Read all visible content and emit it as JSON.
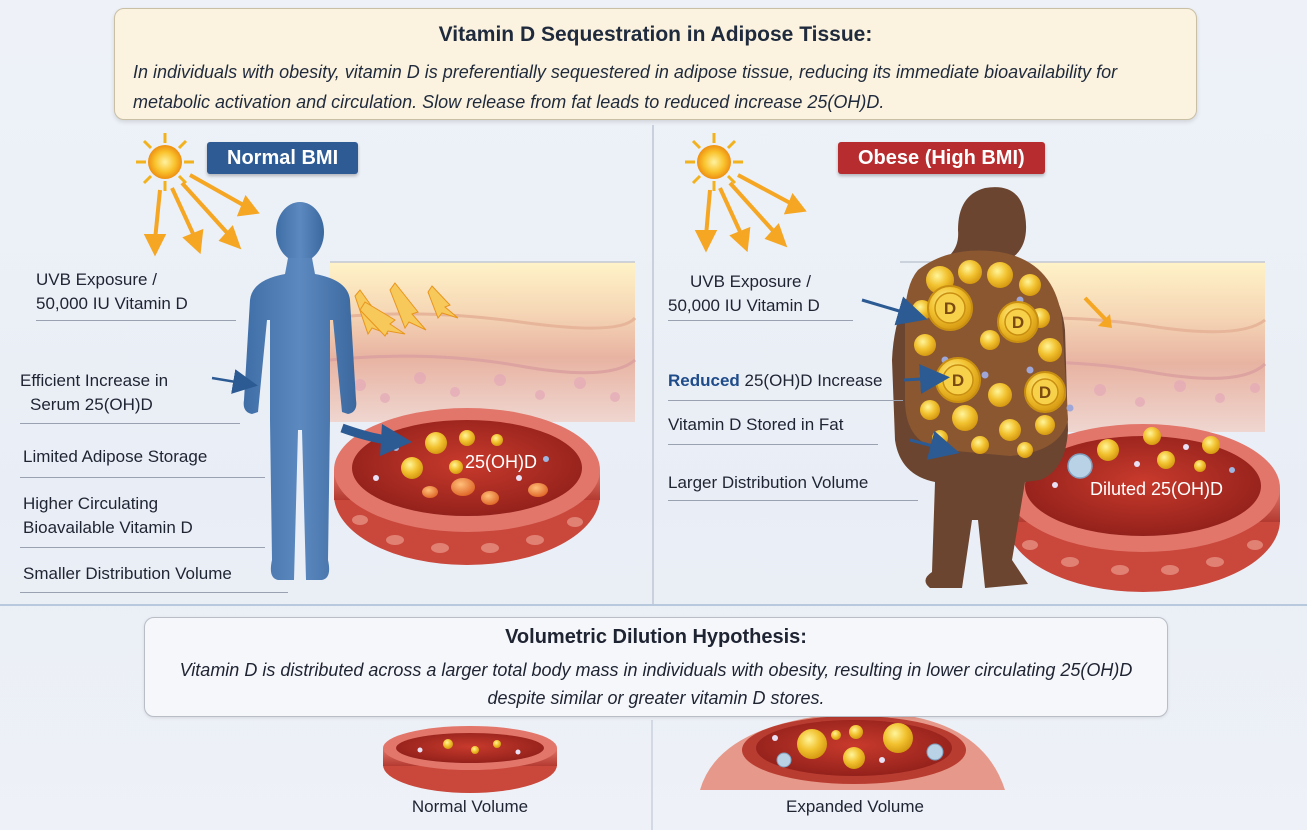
{
  "header": {
    "title": "Vitamin D Sequestration in Adipose Tissue:",
    "body": "In individuals with obesity, vitamin D is preferentially sequestered in adipose tissue, reducing its immediate bioavailability for metabolic activation and circulation. Slow release from fat leads to reduced increase 25(OH)D."
  },
  "left_panel": {
    "badge": "Normal BMI",
    "vessel_label": "25(OH)D",
    "labels": [
      {
        "line1": "UVB Exposure /",
        "line2": "50,000 IU Vitamin D"
      },
      {
        "line1": "Efficient Increase in",
        "line2": "Serum 25(OH)D"
      },
      {
        "line1": "Limited Adipose Storage",
        "line2": ""
      },
      {
        "line1": "Higher Circulating",
        "line2": "Bioavailable Vitamin D"
      },
      {
        "line1": "Smaller Distribution Volume",
        "line2": ""
      }
    ]
  },
  "right_panel": {
    "badge": "Obese (High BMI)",
    "vessel_label": "Diluted 25(OH)D",
    "fat_letter": "D",
    "labels": [
      {
        "line1": "UVB Exposure /",
        "line2": "50,000 IU Vitamin D"
      },
      {
        "prefix": "Reduced",
        "rest": " 25(OH)D Increase"
      },
      {
        "line1": "Vitamin D Stored in Fat"
      },
      {
        "line1": "Larger Distribution Volume"
      }
    ]
  },
  "footer": {
    "title": "Volumetric Dilution Hypothesis:",
    "body": "Vitamin D is distributed across a larger total body mass in individuals with obesity, resulting in lower circulating 25(OH)D despite similar or greater vitamin D stores.",
    "caption_left": "Normal Volume",
    "caption_right": "Expanded Volume"
  },
  "colors": {
    "normal_badge": "#2e5b94",
    "obese_badge": "#b72c2f",
    "normal_body": "#4a78b0",
    "obese_body": "#6b4530",
    "vitamin_d": "#f2c230",
    "vessel_red": "#b8322a"
  }
}
